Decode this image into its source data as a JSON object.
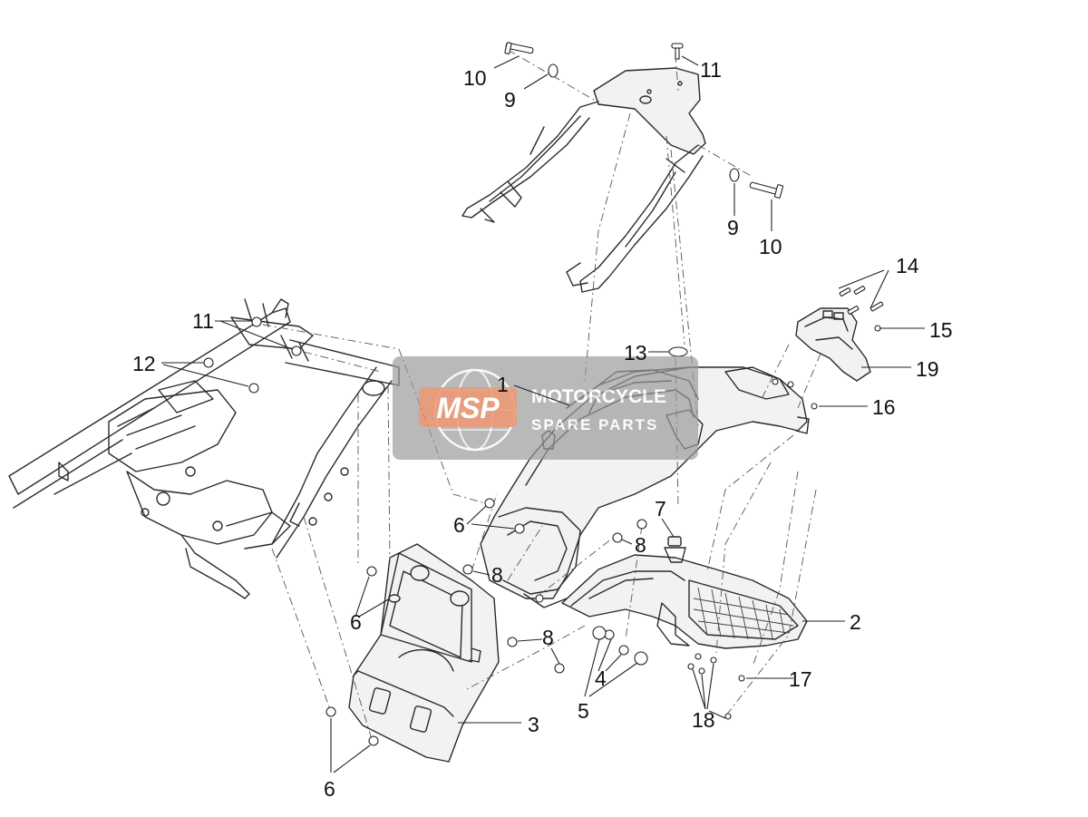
{
  "callouts": [
    {
      "id": "c1",
      "label": "1"
    },
    {
      "id": "c2",
      "label": "2"
    },
    {
      "id": "c3",
      "label": "3"
    },
    {
      "id": "c4",
      "label": "4"
    },
    {
      "id": "c5",
      "label": "5"
    },
    {
      "id": "c6a",
      "label": "6"
    },
    {
      "id": "c6b",
      "label": "6"
    },
    {
      "id": "c6c",
      "label": "6"
    },
    {
      "id": "c7",
      "label": "7"
    },
    {
      "id": "c8a",
      "label": "8"
    },
    {
      "id": "c8b",
      "label": "8"
    },
    {
      "id": "c8c",
      "label": "8"
    },
    {
      "id": "c9a",
      "label": "9"
    },
    {
      "id": "c9b",
      "label": "9"
    },
    {
      "id": "c10a",
      "label": "10"
    },
    {
      "id": "c10b",
      "label": "10"
    },
    {
      "id": "c11a",
      "label": "11"
    },
    {
      "id": "c11b",
      "label": "11"
    },
    {
      "id": "c12",
      "label": "12"
    },
    {
      "id": "c13",
      "label": "13"
    },
    {
      "id": "c14",
      "label": "14"
    },
    {
      "id": "c15",
      "label": "15"
    },
    {
      "id": "c16",
      "label": "16"
    },
    {
      "id": "c17",
      "label": "17"
    },
    {
      "id": "c18",
      "label": "18"
    },
    {
      "id": "c19",
      "label": "19"
    }
  ],
  "watermark": {
    "logo": "MSP",
    "line1": "MOTORCYCLE",
    "line2": "SPARE PARTS"
  },
  "colors": {
    "watermark_bg": "#9a9a9a",
    "watermark_logo": "#e8845a",
    "line": "#2a2a2a"
  }
}
